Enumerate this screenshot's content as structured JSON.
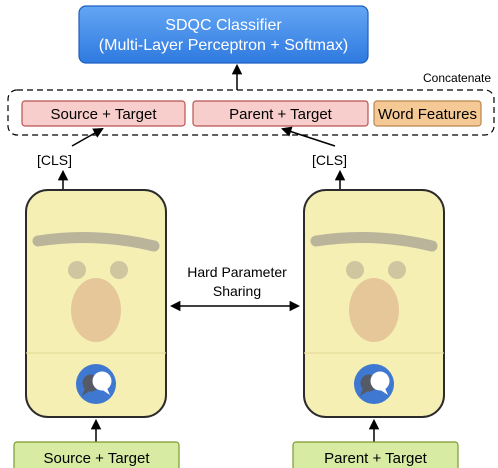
{
  "classifier": {
    "title": "SDQC Classifier",
    "subtitle": "(Multi-Layer Perceptron + Softmax)"
  },
  "concat": {
    "label": "Concatenate",
    "parts": [
      "Source + Target",
      "Parent + Target",
      "Word Features"
    ]
  },
  "left_model": {
    "cls_label": "[CLS]",
    "input_label": "Source + Target",
    "icon": "bert-muppet-icon"
  },
  "right_model": {
    "cls_label": "[CLS]",
    "input_label": "Parent + Target",
    "icon": "bert-muppet-icon"
  },
  "sharing": {
    "line1": "Hard Parameter",
    "line2": "Sharing"
  },
  "colors": {
    "classifier_top": "#5b9ef0",
    "classifier_bottom": "#2f7ae0",
    "classifier_stroke": "#1d5fbf",
    "pink_fill": "#f8cecc",
    "pink_stroke": "#b85450",
    "orange_fill": "#f5c995",
    "orange_stroke": "#b7864c",
    "green_fill": "#d7eba2",
    "green_stroke": "#7a9a2e",
    "face_fill": "#f5efb4",
    "face_lower": "#f0eab4",
    "face_stroke": "#2b2b2b",
    "brow": "#b9b49a",
    "eye": "#cfc6a0",
    "nose": "#e6c79a",
    "logo_blue": "#3f78d0"
  }
}
